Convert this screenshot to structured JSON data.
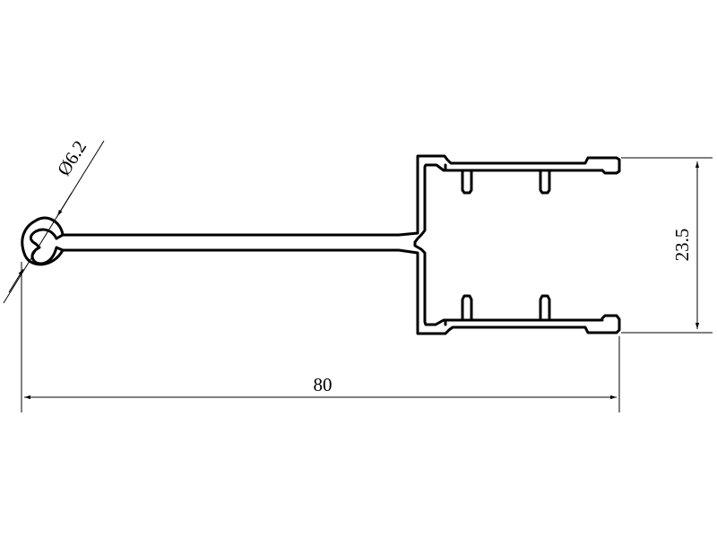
{
  "drawing": {
    "colors": {
      "background": "#ffffff",
      "line": "#000000"
    },
    "dimensions": {
      "diameter": "Ø6.2",
      "height": "23.5",
      "length": "80"
    }
  }
}
